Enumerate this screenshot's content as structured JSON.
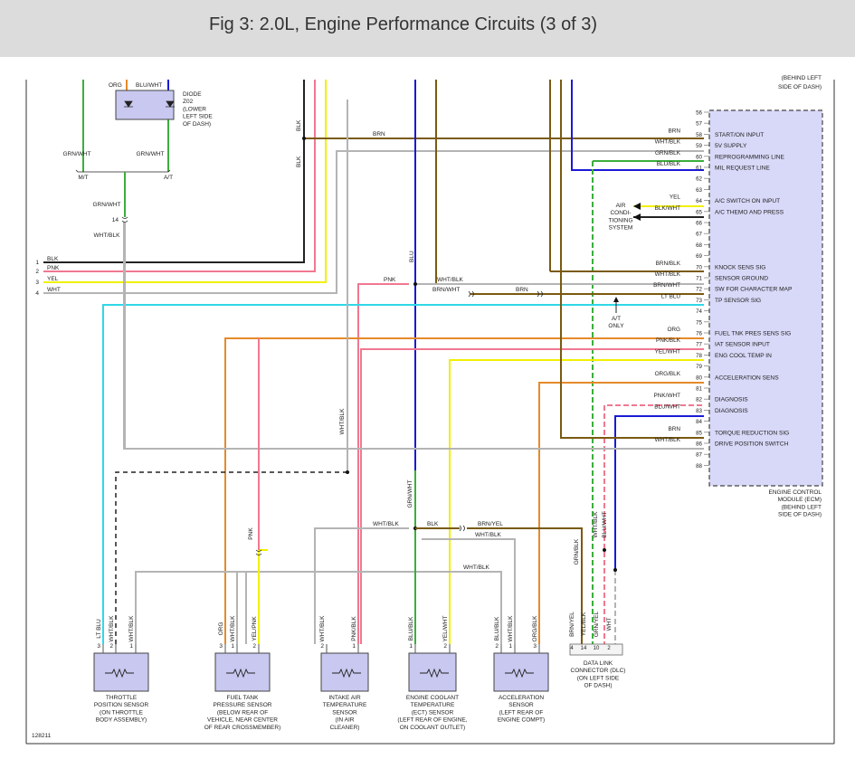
{
  "header": {
    "title": "Fig 3: 2.0L, Engine Performance Circuits (3 of 3)"
  },
  "figure_id": "128211",
  "colors": {
    "BRN": "#7a5a10",
    "BLU": "#1a1ad6",
    "GRN": "#3cae3c",
    "YEL": "#f0f000",
    "PNK": "#f07890",
    "LTBLU": "#30d8e8",
    "ORG": "#e58a2a",
    "WHT": "#b4b4b4",
    "BLK": "#222222",
    "ecm_fill": "#d8d8f8",
    "comp_fill": "#c8c8f0",
    "banner": "#dcdcdc"
  },
  "top_right_note": [
    "(BEHIND LEFT",
    "SIDE OF DASH)"
  ],
  "diode": {
    "labels": [
      "DIODE",
      "Z02",
      "(LOWER",
      "LEFT SIDE",
      "OF DASH)"
    ],
    "wire_left": "ORG",
    "wire_right": "BLU/WHT"
  },
  "mt_at": {
    "left_wire": "GRN/WHT",
    "right_wire": "GRN/WHT",
    "mt": "M/T",
    "at": "A/T",
    "lower_wire": "GRN/WHT",
    "pin": "14",
    "lower_wire2": "WHT/BLK"
  },
  "left_bus": [
    {
      "pin": "1",
      "color": "BLK"
    },
    {
      "pin": "2",
      "color": "PNK"
    },
    {
      "pin": "3",
      "color": "YEL"
    },
    {
      "pin": "4",
      "color": "WHT"
    }
  ],
  "ecm": {
    "pins": [
      "56",
      "57",
      "58",
      "59",
      "60",
      "61",
      "62",
      "63",
      "64",
      "65",
      "66",
      "67",
      "68",
      "69",
      "70",
      "71",
      "72",
      "73",
      "74",
      "75",
      "76",
      "77",
      "78",
      "79",
      "80",
      "81",
      "82",
      "83",
      "84",
      "85",
      "86",
      "87",
      "88"
    ],
    "signals": [
      {
        "pin": "58",
        "label": "START/ON INPUT",
        "wire": "BRN"
      },
      {
        "pin": "59",
        "label": "5V SUPPLY",
        "wire": "WHT/BLK"
      },
      {
        "pin": "60",
        "label": "REPROGRAMMING LINE",
        "wire": "GRN/BLK"
      },
      {
        "pin": "61",
        "label": "MIL REQUEST LINE",
        "wire": "BLU/BLK"
      },
      {
        "pin": "64",
        "label": "A/C SWITCH ON INPUT",
        "wire": "YEL"
      },
      {
        "pin": "65",
        "label": "A/C THEMO AND PRESS",
        "wire": "BLK/WHT"
      },
      {
        "pin": "70",
        "label": "KNOCK SENS SIG",
        "wire": "BRN/BLK"
      },
      {
        "pin": "71",
        "label": "SENSOR GROUND",
        "wire": "WHT/BLK"
      },
      {
        "pin": "72",
        "label": "SW FOR CHARACTER MAP",
        "wire": "BRN/WHT"
      },
      {
        "pin": "73",
        "label": "TP SENSOR SIG",
        "wire": "LT BLU"
      },
      {
        "pin": "76",
        "label": "FUEL TNK PRES SENS SIG",
        "wire": "ORG"
      },
      {
        "pin": "77",
        "label": "IAT SENSOR INPUT",
        "wire": "PNK/BLK"
      },
      {
        "pin": "78",
        "label": "ENG COOL TEMP IN",
        "wire": "YEL/WHT"
      },
      {
        "pin": "80",
        "label": "ACCELERATION SENS",
        "wire": "ORG/BLK"
      },
      {
        "pin": "82",
        "label": "DIAGNOSIS",
        "wire": "PNK/WHT"
      },
      {
        "pin": "83",
        "label": "DIAGNOSIS",
        "wire": "BLU/WHT"
      },
      {
        "pin": "85",
        "label": "TORQUE REDUCTION SIG",
        "wire": "BRN"
      },
      {
        "pin": "86",
        "label": "DRIVE POSITION SWITCH",
        "wire": "WHT/BLK"
      }
    ],
    "caption": [
      "ENGINE CONTROL",
      "MODULE (ECM)",
      "(BEHIND LEFT",
      "SIDE OF DASH)"
    ]
  },
  "ac_system": [
    "AIR",
    "CONDI-",
    "TIONING",
    "SYSTEM"
  ],
  "at_only": [
    "A/T",
    "ONLY"
  ],
  "wire_labels": {
    "blk_vert": "BLK",
    "blk_vert2": "BLK",
    "brn_58": "BRN",
    "pnk_splice": "PNK",
    "blu_vert": "BLU",
    "wht_blk_71": "WHT/BLK",
    "brn_wht_72": "BRN/WHT",
    "brn_72": "BRN",
    "wht_blk_vert": "WHT/BLK",
    "grn_wht_vert": "GRN/WHT",
    "wht_blk_low": "WHT/BLK",
    "blk_low": "BLK",
    "brn_yel_low": "BRN/YEL",
    "wht_blk_low2": "WHT/BLK",
    "wht_blk_low3": "WHT/BLK",
    "pnk_vert": "PNK",
    "wht_blk_dlc": "WHT/BLK",
    "blu_wht_dlc": "BLU/WHT",
    "grn_blk_dlc": "GRN/BLK"
  },
  "components": [
    {
      "name": "throttle",
      "pins": [
        [
          "3",
          "LT BLU"
        ],
        [
          "2",
          "WHT/BLK"
        ],
        [
          "1",
          "WHT/BLK"
        ]
      ],
      "caption": [
        "THROTTLE",
        "POSITION SENSOR",
        "(ON THROTTLE",
        "BODY ASSEMBLY)"
      ]
    },
    {
      "name": "fuel-tank",
      "pins": [
        [
          "3",
          "ORG"
        ],
        [
          "1",
          "WHT/BLK"
        ],
        [
          "2",
          "YEL/PNK"
        ]
      ],
      "caption": [
        "FUEL TANK",
        "PRESSURE SENSOR",
        "(BELOW REAR OF",
        "VEHICLE, NEAR CENTER",
        "OF REAR CROSSMEMBER)"
      ]
    },
    {
      "name": "iat",
      "pins": [
        [
          "2",
          "WHT/BLK"
        ],
        [
          "1",
          "PNK/BLK"
        ]
      ],
      "caption": [
        "INTAKE AIR",
        "TEMPERATURE",
        "SENSOR",
        "(IN AIR",
        "CLEANER)"
      ]
    },
    {
      "name": "ect",
      "pins": [
        [
          "1",
          "BLU/BLK"
        ],
        [
          "2",
          "YEL/WHT"
        ]
      ],
      "caption": [
        "ENGINE COOLANT",
        "TEMPERATURE",
        "(ECT) SENSOR",
        "(LEFT REAR OF ENGINE,",
        "ON COOLANT OUTLET)"
      ]
    },
    {
      "name": "accel",
      "pins": [
        [
          "2",
          "BLU/BLK"
        ],
        [
          "1",
          "WHT/BLK"
        ],
        [
          "3",
          "ORG/BLK"
        ]
      ],
      "caption": [
        "ACCELERATION",
        "SENSOR",
        "(LEFT REAR OF",
        "ENGINE COMPT)"
      ]
    }
  ],
  "dlc": {
    "pins": [
      [
        "4",
        "BRN/YEL"
      ],
      [
        "14",
        "YEL/BLK"
      ],
      [
        "10",
        "GRN/YEL"
      ],
      [
        "2",
        "WHT"
      ]
    ],
    "upper_wires": [
      "GRN/BLK",
      "WHT/BLK",
      "BLU/WHT"
    ],
    "caption": [
      "DATA LINK",
      "CONNECTOR (DLC)",
      "(ON LEFT SIDE",
      "OF DASH)"
    ]
  }
}
